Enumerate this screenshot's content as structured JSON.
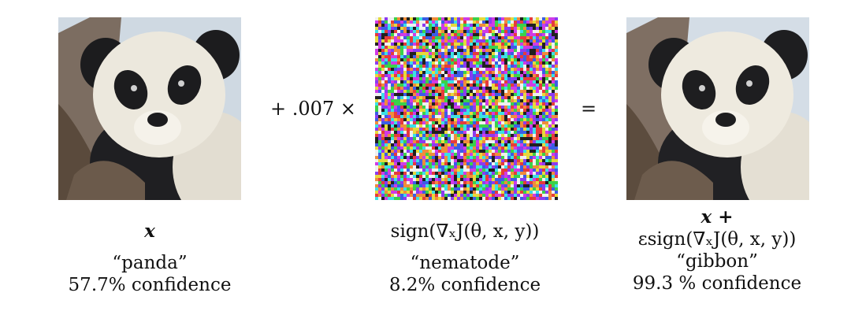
{
  "operators": {
    "multiply": "+ .007 ×",
    "equals": "="
  },
  "original": {
    "formula": "x",
    "label": "“panda”",
    "confidence": "57.7% confidence"
  },
  "perturbation": {
    "formula": "sign(∇ₓJ(θ, x, y))",
    "label": "“nematode”",
    "confidence": "8.2% confidence"
  },
  "adversarial": {
    "formula_line1": "x +",
    "formula_line2": "εsign(∇ₓJ(θ, x, y))",
    "label": "“gibbon”",
    "confidence": "99.3 % confidence"
  },
  "colors": {
    "fur_white": "#ece8dd",
    "fur_black": "#1c1c1e",
    "background_snow": "#d6e0e8",
    "tree_bark": "#5a4a3c"
  }
}
